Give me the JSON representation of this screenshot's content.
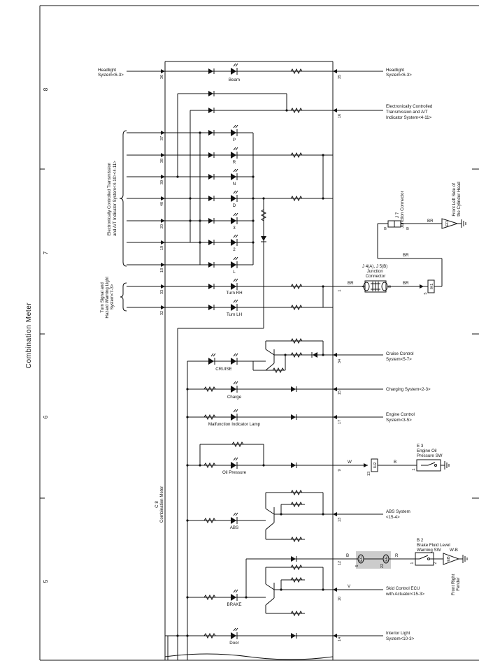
{
  "side_title": "Combination Meter",
  "grid_numbers": [
    "8",
    "7",
    "6",
    "5"
  ],
  "meter_label": [
    "C 8",
    "Combination Meter"
  ],
  "left_connectors": [
    {
      "lines": [
        "Headlight",
        "System<6-3>"
      ]
    },
    {
      "lines": [
        "Electronically Controlled Transmission",
        "and A/T Indicator System<4-10><4-11>"
      ]
    },
    {
      "lines": [
        "Turn Signal and",
        "Hazard Warning Light",
        "System<7-3>"
      ]
    }
  ],
  "right_connectors": [
    {
      "lines": [
        "Headlight",
        "System<6-3>"
      ]
    },
    {
      "lines": [
        "Electronically Controlled",
        "Transmission and A/T",
        "Indicator System<4-11>"
      ]
    },
    {
      "lines": [
        "Cruise Control",
        "System<5-7>"
      ]
    },
    {
      "lines": [
        "Charging System<2-3>"
      ]
    },
    {
      "lines": [
        "Engine Control",
        "System<3-5>"
      ]
    },
    {
      "lines": [
        "ABS System",
        "<15-4>"
      ]
    },
    {
      "lines": [
        "Skid Control ECU",
        "with Actuator<15-3>"
      ]
    },
    {
      "lines": [
        "Interior Light",
        "System<10-3>"
      ]
    }
  ],
  "lamp_labels": [
    "Beam",
    "P",
    "R",
    "N",
    "D",
    "3",
    "2",
    "L",
    "Turn RH",
    "Turn LH",
    "CRUISE",
    "Charge",
    "Malfunction Indicator Lamp",
    "Oil Pressure",
    "ABS",
    "BRAKE",
    "Door"
  ],
  "pins_left": [
    "36",
    "37",
    "38",
    "39",
    "40",
    "20",
    "19",
    "18",
    "33",
    "32"
  ],
  "pins_right": [
    "35",
    "16",
    "1",
    "34",
    "15",
    "17",
    "9",
    "13",
    "12",
    "10",
    "14"
  ],
  "components": {
    "j7": {
      "lines": [
        "J 7",
        "Junction Connector"
      ],
      "pins": [
        "B",
        "B"
      ]
    },
    "ed": {
      "code": "ED",
      "lines": [
        "Front Left Side of",
        "the Cylinder Head"
      ]
    },
    "j4j5": {
      "lines": [
        "J 4(A), J 5(B)",
        "Junction",
        "Connector"
      ],
      "pins": [
        "A",
        "B"
      ]
    },
    "ih1": {
      "code": "IH1",
      "pin": "5"
    },
    "ih2": {
      "code": "IH2",
      "pin": "13"
    },
    "e3": {
      "lines": [
        "E 3",
        "Engine Oil",
        "Pressure SW"
      ],
      "pin": "1"
    },
    "b2": {
      "lines": [
        "B 2",
        "Brake Fluid Level",
        "Warning SW"
      ],
      "pins": [
        "1",
        "2"
      ]
    },
    "eb": {
      "code": "EB",
      "lines": [
        "Front Right",
        "Fender"
      ]
    },
    "ec": {
      "codes": [
        "EC",
        "EE"
      ],
      "pins": [
        "5",
        "22"
      ]
    }
  },
  "wire_colors": {
    "br1": "BR",
    "br2": "BR",
    "br3": "BR",
    "br4": "BR",
    "w": "W",
    "b1": "B",
    "b2": "B",
    "r": "R",
    "wb": "W-B",
    "v": "V"
  }
}
